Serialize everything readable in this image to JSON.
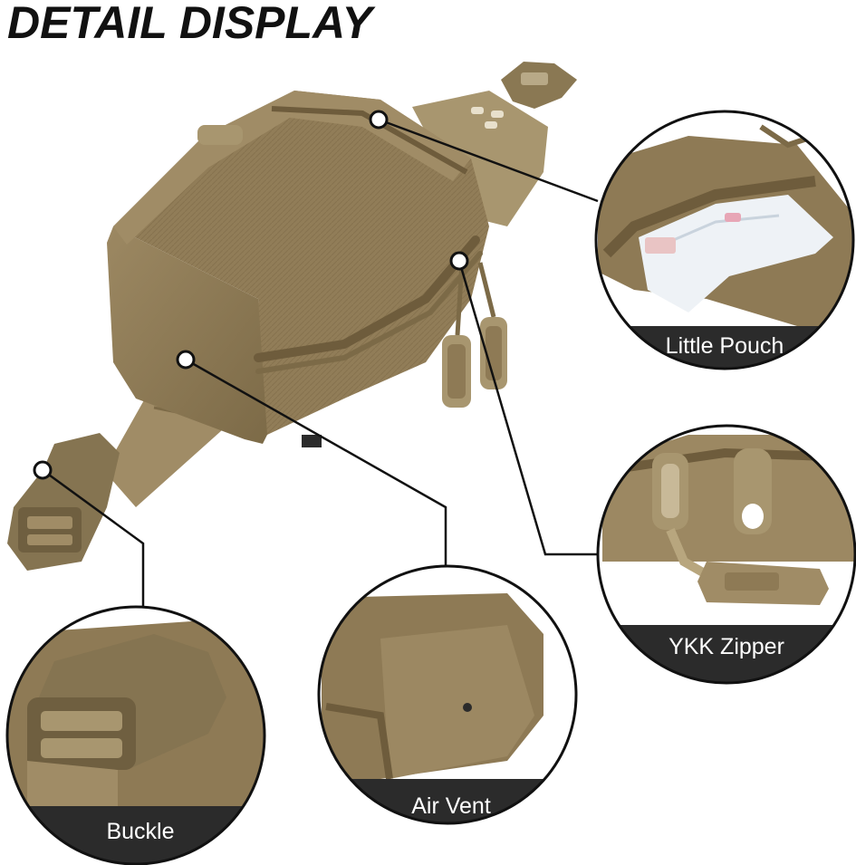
{
  "title": "DETAIL DISPLAY",
  "callouts": [
    {
      "id": "little-pouch",
      "label": "Little Pouch"
    },
    {
      "id": "ykk-zipper",
      "label": "YKK Zipper"
    },
    {
      "id": "buckle",
      "label": "Buckle"
    },
    {
      "id": "air-vent",
      "label": "Air Vent"
    }
  ],
  "colors": {
    "fabric": "#8e7a55",
    "fabric_dark": "#6e5c3c",
    "fabric_light": "#a89470",
    "strap": "#a08c66",
    "plastic": "#857451",
    "label_bar": "#2b2b2b",
    "text": "#111111"
  }
}
